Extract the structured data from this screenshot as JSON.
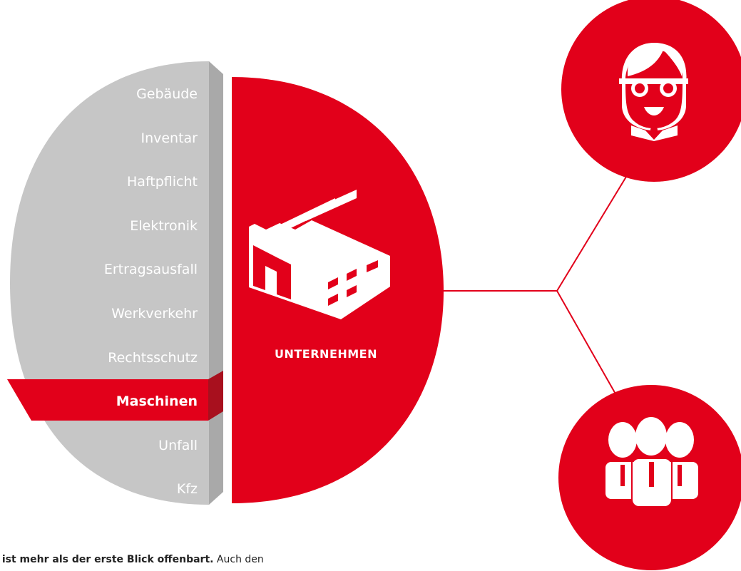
{
  "colors": {
    "brand_red": "#e2001a",
    "dark_red": "#a8101e",
    "panel_gray": "#c6c6c6",
    "panel_dark_gray": "#a9a9a9",
    "white": "#ffffff"
  },
  "insurance_menu": {
    "items": [
      {
        "label": "Gebäude",
        "active": false
      },
      {
        "label": "Inventar",
        "active": false
      },
      {
        "label": "Haftpflicht",
        "active": false
      },
      {
        "label": "Elektronik",
        "active": false
      },
      {
        "label": "Ertragsausfall",
        "active": false
      },
      {
        "label": "Werkverkehr",
        "active": false
      },
      {
        "label": "Rechtsschutz",
        "active": false
      },
      {
        "label": "Maschinen",
        "active": true
      },
      {
        "label": "Unfall",
        "active": false
      },
      {
        "label": "Kfz",
        "active": false
      }
    ]
  },
  "company": {
    "label": "UNTERNEHMEN",
    "icon": "factory-icon"
  },
  "nodes": {
    "top": {
      "icon": "manager-icon"
    },
    "bottom": {
      "icon": "employees-icon"
    }
  },
  "caption": {
    "strong": "n ist mehr als der erste Blick offenbart.",
    "rest": " Auch den"
  }
}
